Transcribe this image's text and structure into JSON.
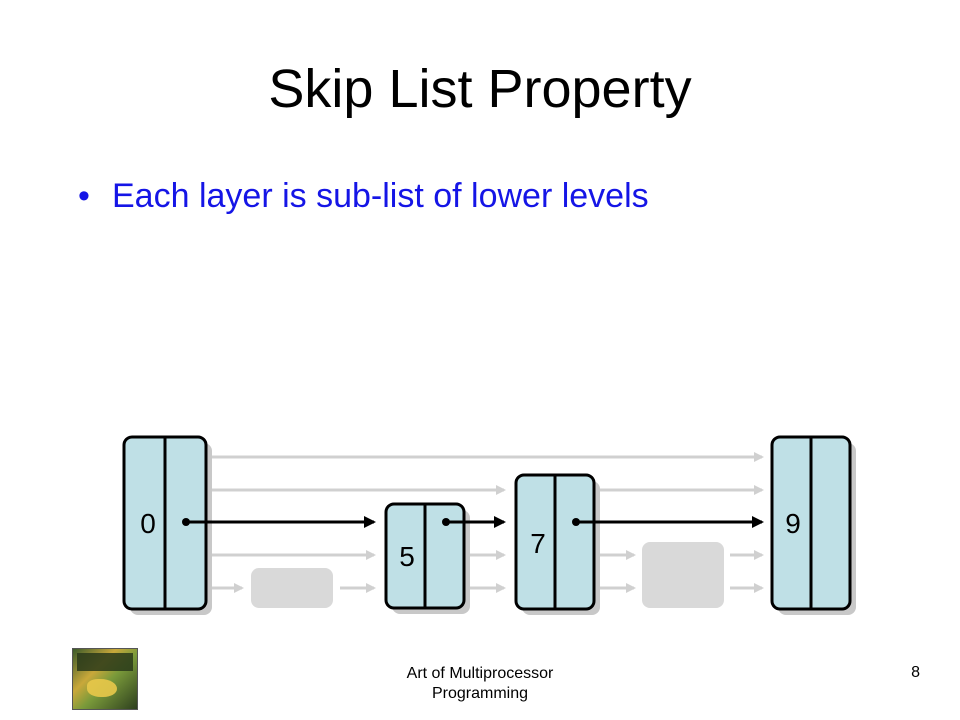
{
  "slide": {
    "title": "Skip List Property",
    "bullet": "Each layer is sub-list of lower levels"
  },
  "diagram": {
    "nodes": [
      {
        "key": "0"
      },
      {
        "key": "5"
      },
      {
        "key": "7"
      },
      {
        "key": "9"
      }
    ],
    "colors": {
      "node_fill": "#bfe0e6",
      "node_shadow": "#c8c8c8",
      "placeholder_fill": "#d9d9d9",
      "pointer_gray": "#d0d0d0",
      "pointer_black": "#000000"
    }
  },
  "footer": {
    "thumbnail_icon": "book-cover-thumbnail",
    "line1": "Art of Multiprocessor",
    "line2": "Programming",
    "page": "8"
  }
}
